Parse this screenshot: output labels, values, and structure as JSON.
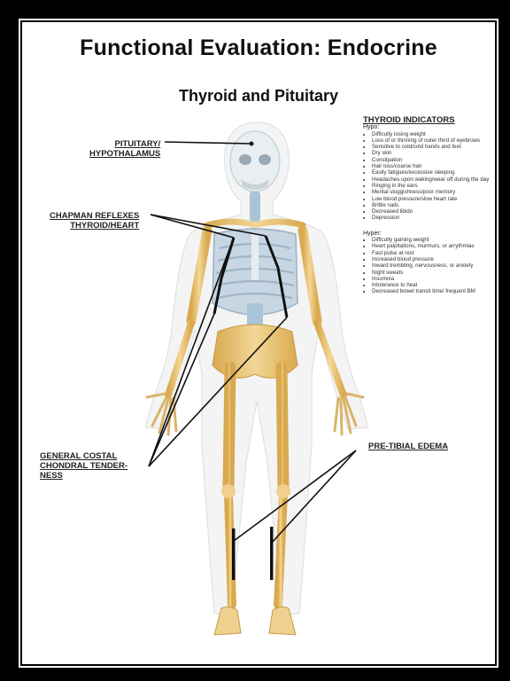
{
  "title": "Functional Evaluation: Endocrine",
  "subtitle": "Thyroid and Pituitary",
  "labels": {
    "pituitary": "PITUITARY/\nHYPOTHALAMUS",
    "chapman": "CHAPMAN REFLEXES\nTHYROID/HEART",
    "costal": "GENERAL COSTAL\nCHONDRAL TENDER-\nNESS",
    "pretibial": "PRE-TIBIAL EDEMA"
  },
  "indicators": {
    "heading": "THYROID INDICATORS",
    "hypo_label": "Hypo:",
    "hypo_items": [
      "Difficulty losing weight",
      "Loss of or thinning of outer third of eyebrows",
      "Sensitive to cold/cold hands and feet",
      "Dry skin",
      "Constipation",
      "Hair loss/coarse hair",
      "Easily fatigues/excessive sleeping",
      "Headaches upon waking/wear off during the day",
      "Ringing in the ears",
      "Mental sluggishness/poor memory",
      "Low blood pressure/slow heart rate",
      "Brittle nails",
      "Decreased libido",
      "Depression"
    ],
    "hyper_label": "Hyper:",
    "hyper_items": [
      "Difficulty gaining weight",
      "Heart palpitations, murmurs, or arrythmias",
      "Fast pulse at rest",
      "Increased blood pressure",
      "Inward trembling, nervousness, or anxiety",
      "Night sweats",
      "Insomnia",
      "Intolerance to heat",
      "Decreased bowel transit time/ frequent BM"
    ]
  }
}
